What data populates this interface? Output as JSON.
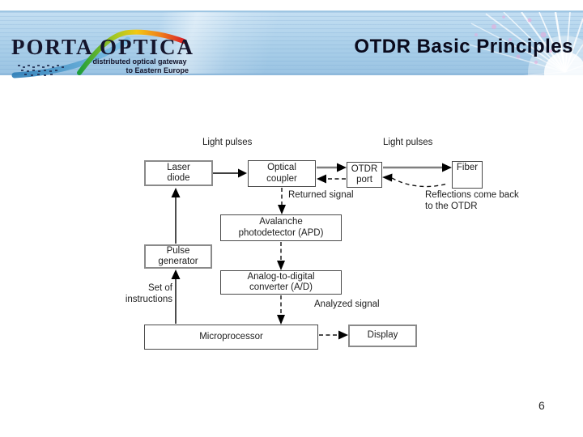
{
  "header": {
    "logo": {
      "brand_left": "PORTA",
      "brand_right": "OPTICA",
      "tagline_line1": "distributed optical gateway",
      "tagline_line2": "to Eastern Europe"
    },
    "title": "OTDR Basic Principles"
  },
  "diagram": {
    "boxes": {
      "laser_diode": {
        "line1": "Laser",
        "line2": "diode"
      },
      "optical_coupler": {
        "line1": "Optical",
        "line2": "coupler"
      },
      "otdr_port": {
        "line1": "OTDR",
        "line2": "port"
      },
      "fiber": {
        "line1": "Fiber"
      },
      "apd": {
        "line1": "Avalanche",
        "line2": "photodetector (APD)"
      },
      "pulse_generator": {
        "line1": "Pulse",
        "line2": "generator"
      },
      "adc": {
        "line1": "Analog-to-digital",
        "line2": "converter (A/D)"
      },
      "microprocessor": {
        "line1": "Microprocessor"
      },
      "display": {
        "line1": "Display"
      }
    },
    "labels": {
      "light_pulses_left": "Light pulses",
      "light_pulses_right": "Light pulses",
      "returned_signal": "Returned signal",
      "reflections_line1": "Reflections come back",
      "reflections_line2": "to the OTDR",
      "instructions_line1": "Set of",
      "instructions_line2": "instructions",
      "analyzed_signal": "Analyzed signal"
    }
  },
  "footer": {
    "page_number": "6"
  },
  "colors": {
    "band_blue": "#aacfe9",
    "band_edge": "#8fb9db",
    "title_text": "#0a0a1c",
    "diagram_ink": "#1c1c1c",
    "thick_arrow_gray": "#7f7f7f"
  }
}
